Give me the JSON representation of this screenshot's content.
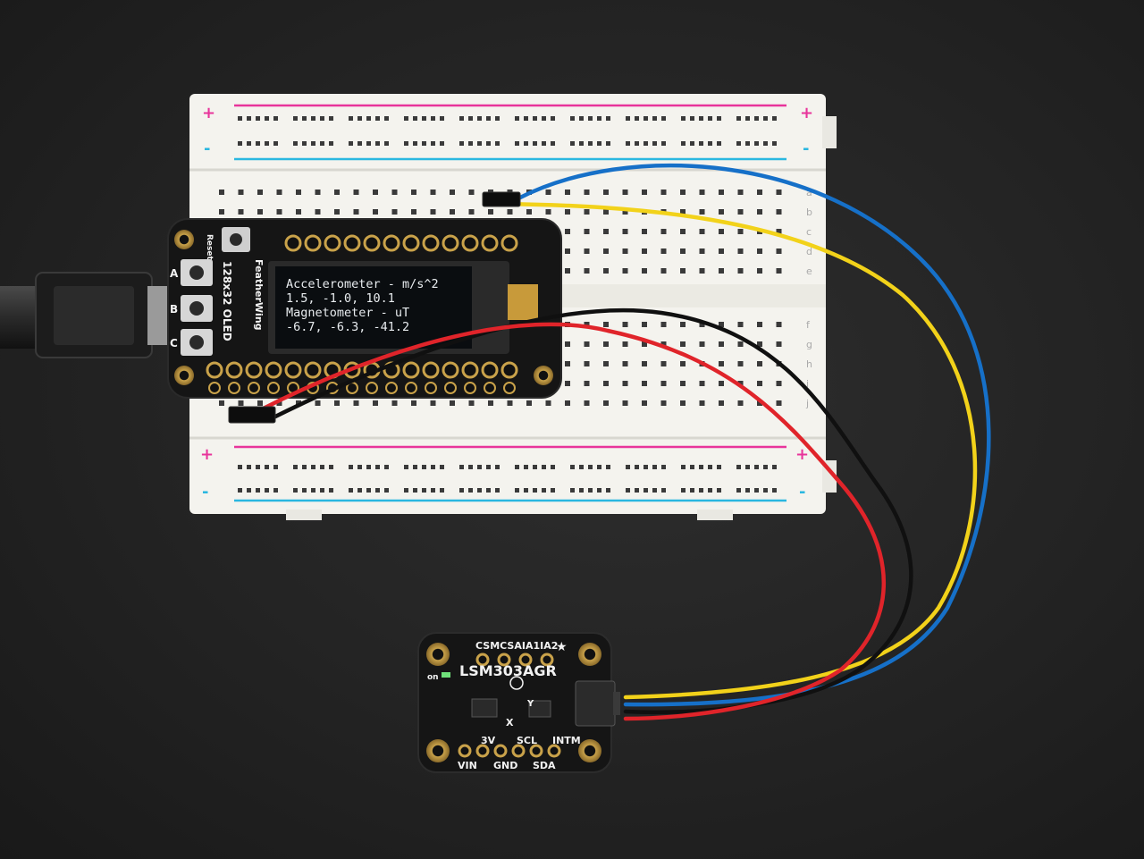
{
  "oled": {
    "lines": [
      "Accelerometer - m/s^2",
      "1.5, -1.0, 10.1",
      "Magnetometer - uT",
      "-6.7, -6.3, -41.2"
    ]
  },
  "featherwing": {
    "buttons": [
      "A",
      "B",
      "C"
    ],
    "reset_label": "Reset",
    "display_label": "128x32 OLED",
    "brand_label": "FeatherWing"
  },
  "sensor": {
    "title": "LSM303AGR",
    "top_pins_label": "CSMCSAIA1IA2",
    "on_label": "on",
    "mid_labels": [
      "3V",
      "SCL",
      "INTM"
    ],
    "pin_labels": [
      "VIN",
      "GND",
      "SDA"
    ],
    "axis_x": "X",
    "axis_y": "Y"
  },
  "breadboard": {
    "plus": "+",
    "minus": "-",
    "row_letters_top": [
      "a",
      "b",
      "c",
      "d",
      "e"
    ],
    "row_letters_bottom": [
      "f",
      "g",
      "h",
      "i",
      "j"
    ],
    "columns_count": 30
  },
  "wires": [
    {
      "name": "blue",
      "color": "#1670c8"
    },
    {
      "name": "yellow",
      "color": "#f2d21a"
    },
    {
      "name": "red",
      "color": "#e0242a"
    },
    {
      "name": "black",
      "color": "#101010"
    }
  ],
  "colors": {
    "background": "#232323",
    "breadboard": "#f4f3ee",
    "pcb": "#1a1a1a",
    "oled_text": "#e8ecef",
    "rail_plus": "#e8349b",
    "rail_minus": "#2ab7e0"
  }
}
